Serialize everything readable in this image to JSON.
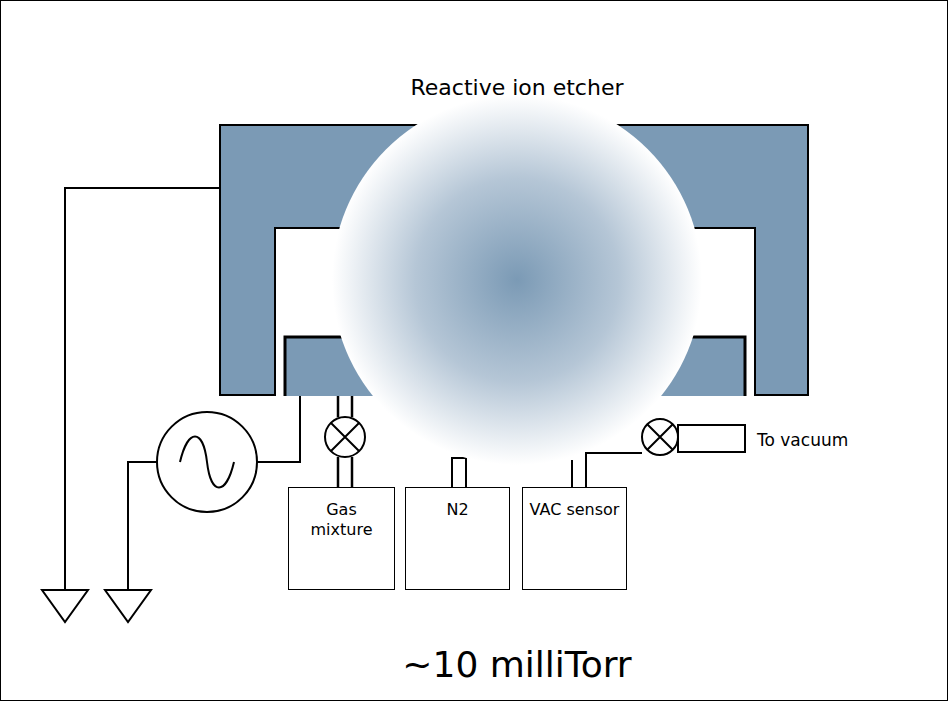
{
  "diagram": {
    "title": "Reactive ion etcher",
    "nodes": [
      {
        "text": [
          "Gas mixture"
        ]
      },
      {
        "text": [
          "N2"
        ]
      },
      {
        "text": [
          "VAC sensor"
        ]
      }
    ],
    "labels": [
      "To vacuum"
    ],
    "caption": "~10 milliTorr"
  }
}
